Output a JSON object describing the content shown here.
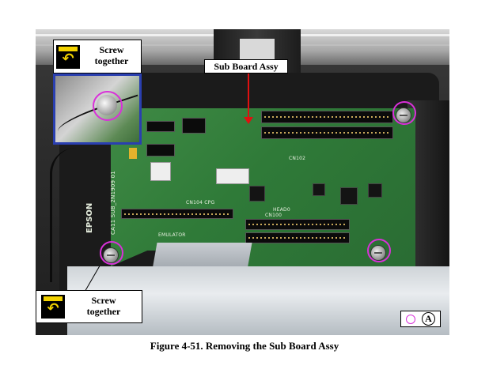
{
  "figure": {
    "caption": "Figure 4-51.  Removing the Sub Board Assy",
    "board_label": "Sub Board Assy",
    "callout_top": {
      "line1": "Screw",
      "line2": "together"
    },
    "callout_bottom": {
      "line1": "Screw",
      "line2": "together"
    },
    "legend_letter": "A",
    "board_brand": "EPSON",
    "silk": {
      "cn104": "CN104 CPG",
      "cn100": "CN100",
      "cn102": "CN102",
      "emulator": "EMULATOR",
      "part_no": "CA11 SUB_2N1909 01",
      "head0": "HEAD0"
    }
  },
  "colors": {
    "screw_marker": "#d930d9",
    "label_arrow": "#e01010",
    "inset_border": "#2a3fb0",
    "icon_badge": "#f2d200"
  }
}
